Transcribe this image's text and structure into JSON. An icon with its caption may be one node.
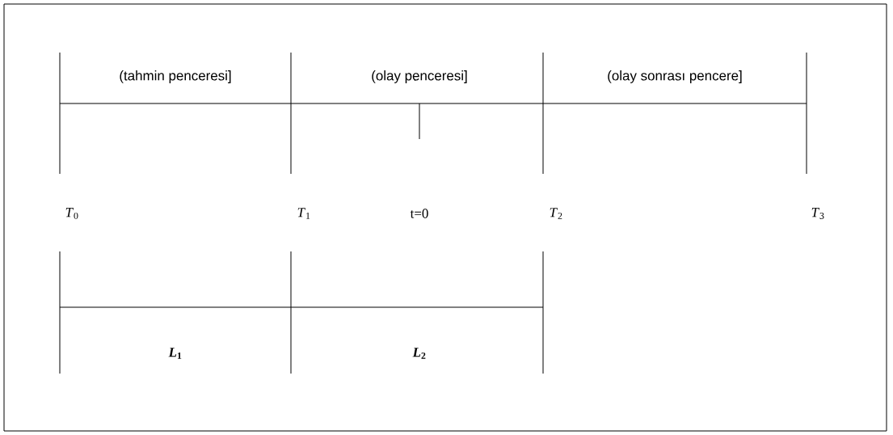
{
  "diagram": {
    "labels": [
      "(tahmin penceresi]",
      "(olay penceresi]",
      "(olay sonrası pencere]",
      "*T*$_{0}$",
      "*T*$_{1}$",
      "t=0",
      "*T*$_{2}$",
      "*T*$_{3}$",
      "*L*$_{1}$",
      "*L*$_{2}$"
    ]
  }
}
